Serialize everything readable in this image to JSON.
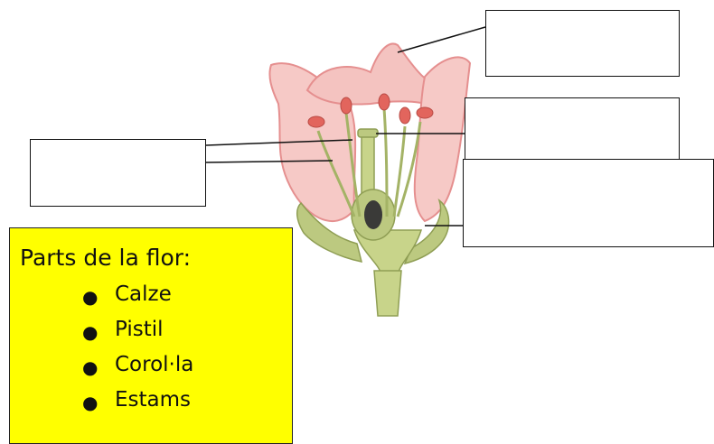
{
  "legend": {
    "title": "Parts de la flor:",
    "items": [
      "Calze",
      "Pistil",
      "Corol·la",
      "Estams"
    ],
    "background": "#ffff00"
  },
  "label_boxes": [
    "top-right",
    "middle-right",
    "lower-right",
    "left"
  ],
  "colors": {
    "petal": "#f6c9c6",
    "petal_outline": "#e58f8f",
    "anther": "#e2655d",
    "green": "#bcc980",
    "green_dark": "#8f9e54",
    "seeds": "#3a3a38"
  }
}
